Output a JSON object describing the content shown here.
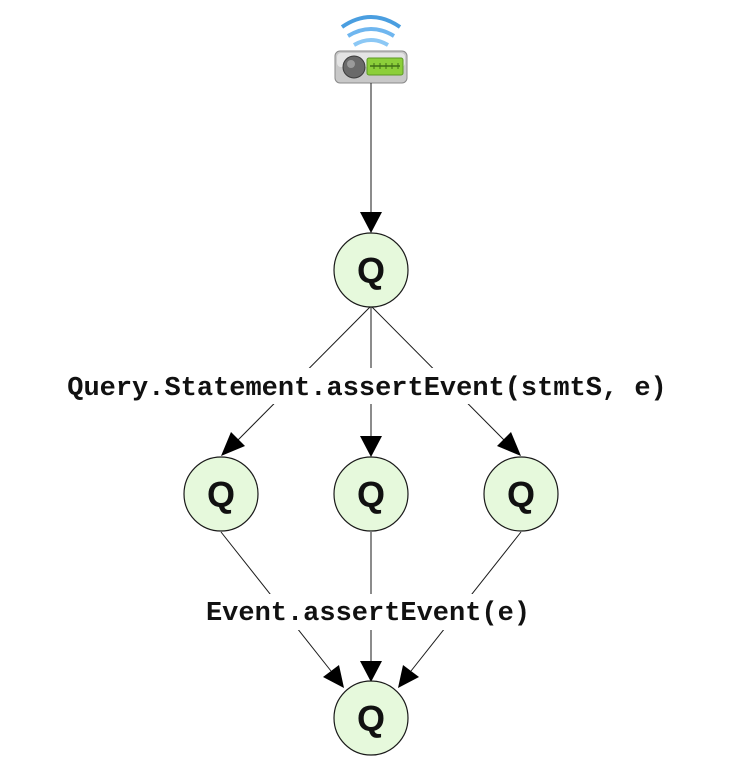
{
  "nodes": {
    "root": "Q",
    "left": "Q",
    "middle": "Q",
    "right": "Q",
    "bottom": "Q"
  },
  "edge_labels": {
    "fanout": "Query.Statement.assertEvent(stmtS, e)",
    "merge": "Event.assertEvent(e)"
  },
  "source_icon": "wireless-sensor-icon",
  "colors": {
    "node_fill": "#e6f9dc",
    "stroke": "#1a1a1a",
    "sensor_screen": "#8ccf3a",
    "signal_waves": "#4a9ee0"
  }
}
